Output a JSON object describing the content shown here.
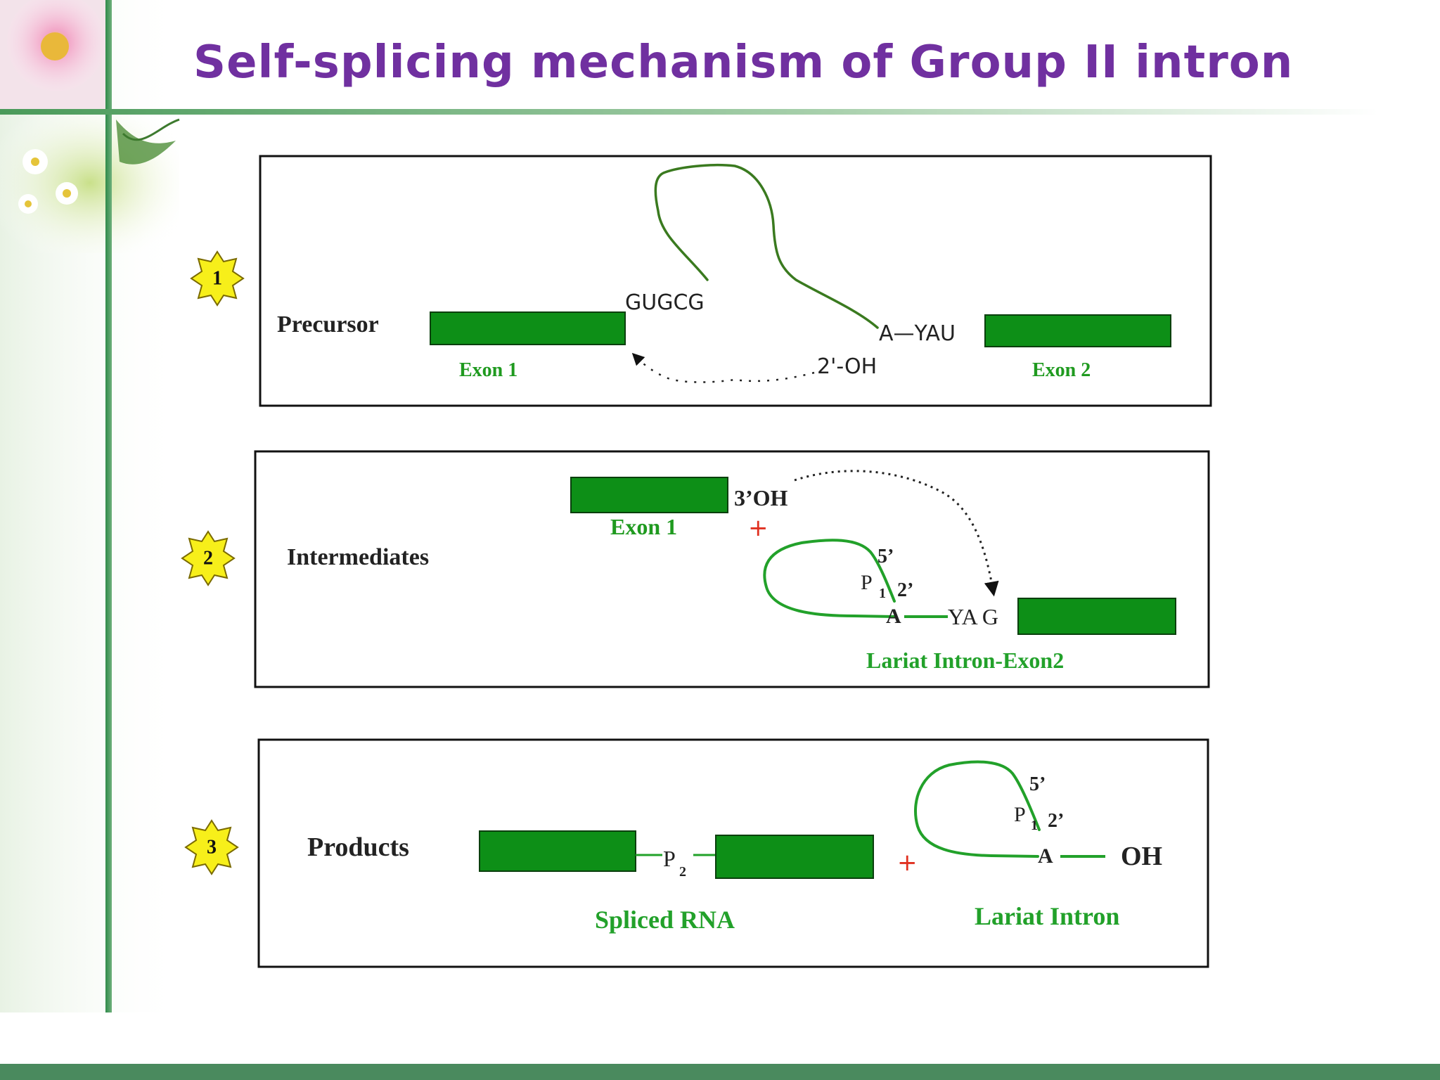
{
  "slide": {
    "title": "Self-splicing mechanism of Group II intron"
  },
  "colors": {
    "title": "#7030a0",
    "exon_green": "#0d8f17",
    "label_green": "#1f9a1f",
    "lariat_green": "#22a12a",
    "star_yellow": "#f7ef1a",
    "plus_red": "#e03020",
    "banner_green": "#4a8a5e"
  },
  "steps": [
    {
      "number": "1",
      "label": "Precursor",
      "sequence_left": "GUGCG",
      "branch": "A—YAU",
      "hydroxyl": "2'-OH",
      "exon1": "Exon 1",
      "exon2": "Exon 2"
    },
    {
      "number": "2",
      "label": "Intermediates",
      "hydroxyl": "3’OH",
      "exon1": "Exon 1",
      "plus": "+",
      "five_prime": "5’",
      "p": "P",
      "p_sub": "1",
      "two_prime": "2’",
      "a": "A",
      "yag": "YA G",
      "caption": "Lariat Intron-Exon2"
    },
    {
      "number": "3",
      "label": "Products",
      "p": "P",
      "p_sub": "2",
      "plus": "+",
      "five_prime": "5’",
      "p1": "P",
      "p1_sub": "1",
      "two_prime": "2’",
      "a": "A",
      "oh": "OH",
      "caption_spliced": "Spliced RNA",
      "caption_lariat": "Lariat Intron"
    }
  ]
}
